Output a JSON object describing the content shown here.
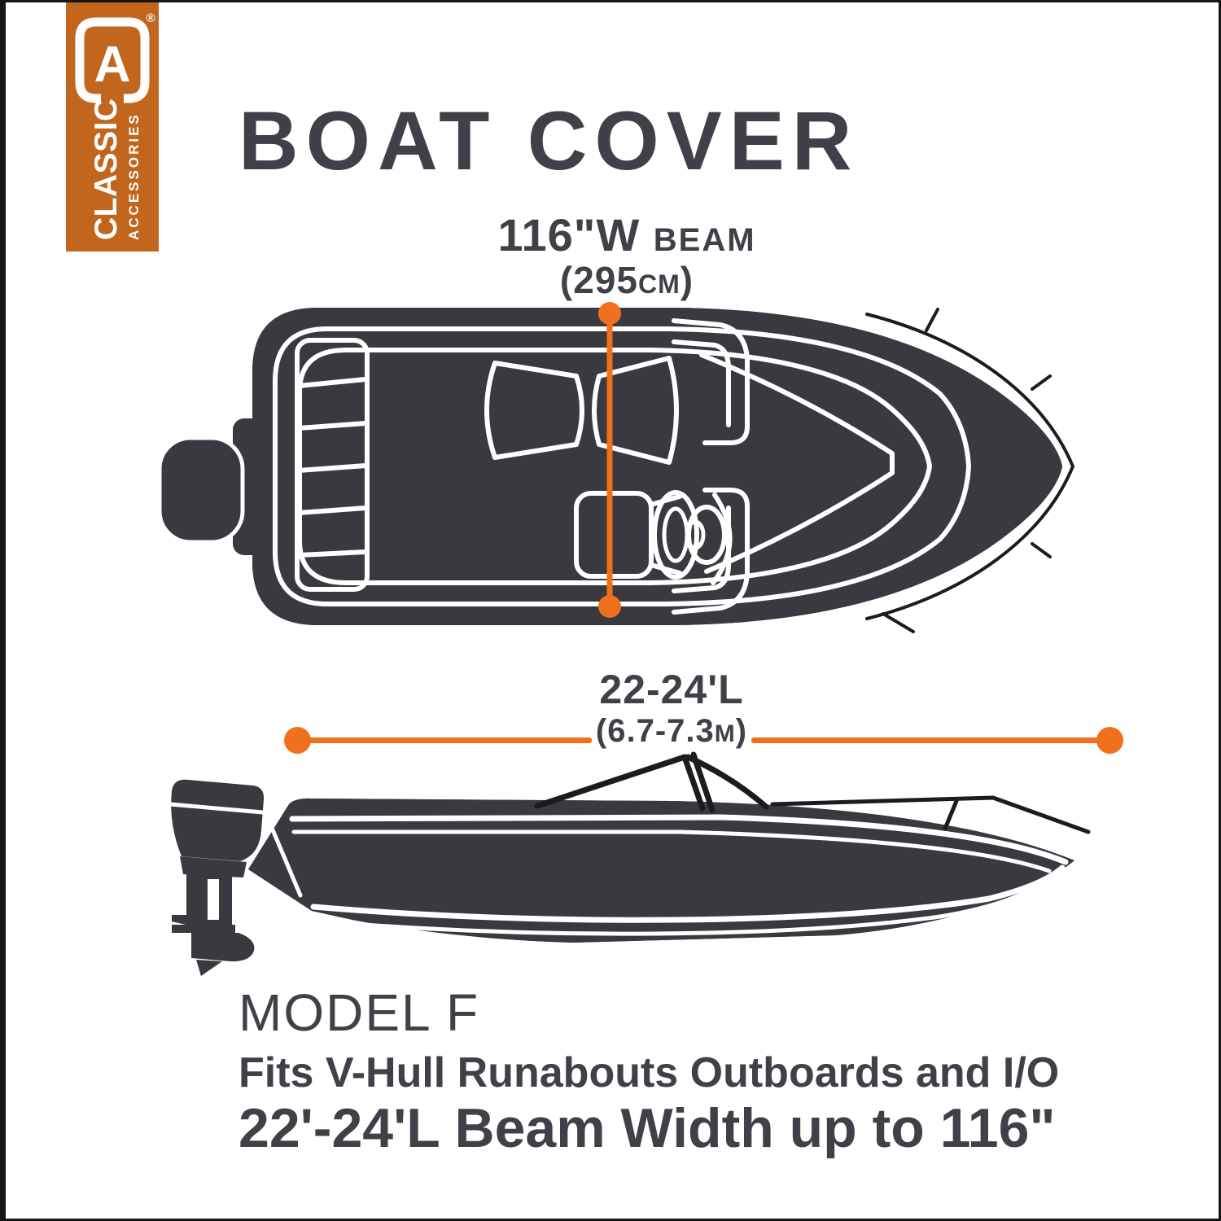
{
  "colors": {
    "accent": "#f0701e",
    "badge": "#c2661e",
    "dark": "#3a393f",
    "ink": "#1c1c1e",
    "text": "#414048",
    "bg": "#ffffff"
  },
  "brand": {
    "name_top": "CLASSIC",
    "name_bottom": "ACCESSORIES",
    "monogram_letter": "A",
    "registered_mark": "®"
  },
  "title": "BOAT COVER",
  "beam_measurement": {
    "value": "116\"W",
    "label": "BEAM",
    "metric_open": "(295",
    "metric_unit": "CM",
    "metric_close": ")"
  },
  "length_measurement": {
    "value": "22-24'L",
    "metric_open": "(6.7-7.3",
    "metric_unit": "M",
    "metric_close": ")"
  },
  "footer": {
    "model": "MODEL F",
    "fits": "Fits V-Hull Runabouts Outboards and I/O",
    "size": "22'-24'L Beam Width up to 116\""
  }
}
